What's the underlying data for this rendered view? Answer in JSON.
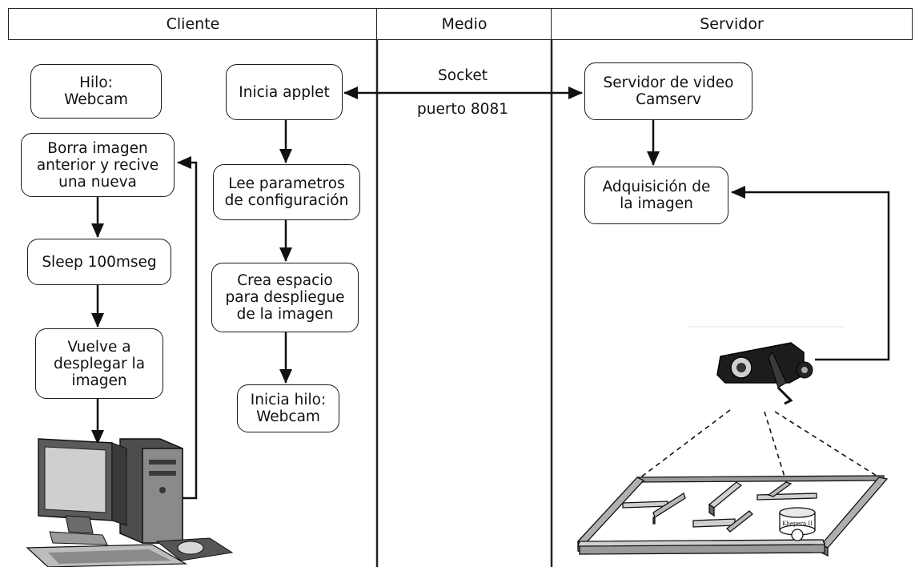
{
  "lanes": {
    "client": "Cliente",
    "medium": "Medio",
    "server": "Servidor"
  },
  "medium": {
    "protocol": "Socket",
    "port": "puerto 8081"
  },
  "client_thread": {
    "header": "Hilo:\nWebcam",
    "steps": [
      "Borra imagen\nanterior y recive\nuna nueva",
      "Sleep 100mseg",
      "Vuelve a\ndesplegar la\nimagen"
    ]
  },
  "client_main": {
    "steps": [
      "Inicia applet",
      "Lee parametros\nde configuración",
      "Crea espacio\npara despliegue\nde la imagen",
      "Inicia hilo:\nWebcam"
    ]
  },
  "server": {
    "steps": [
      "Servidor de video\nCamserv",
      "Adquisición de\nla imagen"
    ]
  },
  "illustrations": {
    "computer": "desktop-computer",
    "camera": "webcam",
    "arena": "robot-maze-arena",
    "robot_label": "Khepera II"
  }
}
